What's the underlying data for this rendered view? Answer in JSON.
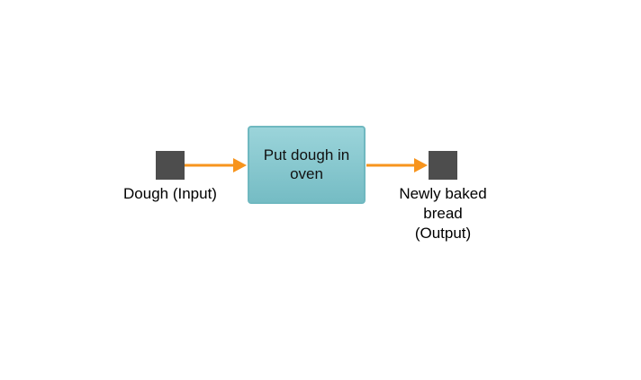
{
  "diagram": {
    "input": {
      "label": "Dough (Input)"
    },
    "process": {
      "label": "Put dough in oven"
    },
    "output": {
      "label": "Newly baked\nbread\n(Output)"
    }
  },
  "colors": {
    "port": "#4d4d4d",
    "process_fill_top": "#9bd4da",
    "process_fill_bottom": "#75bcc4",
    "process_border": "#6fb8c0",
    "arrow": "#f7941d"
  }
}
